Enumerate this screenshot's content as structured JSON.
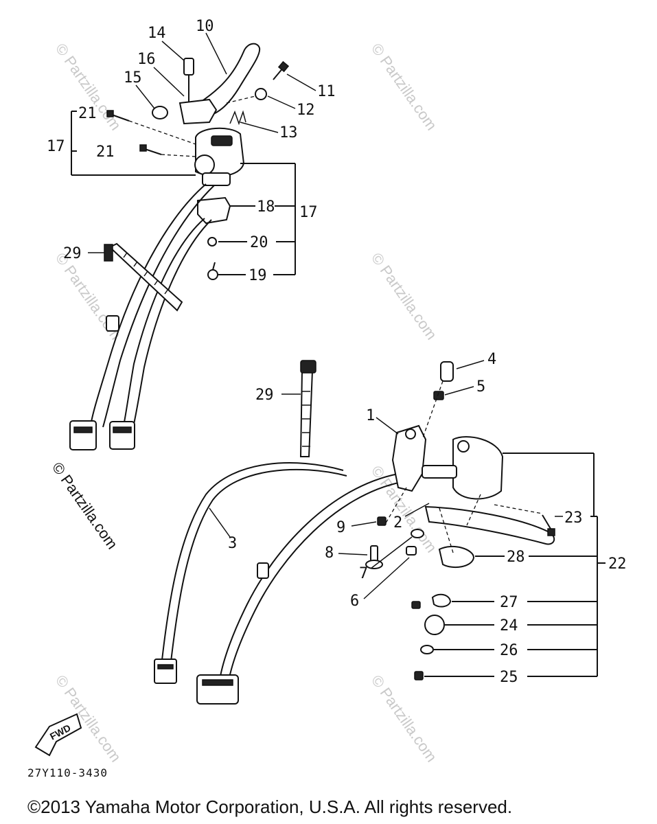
{
  "callouts": {
    "n1": "1",
    "n2": "2",
    "n3": "3",
    "n4": "4",
    "n5": "5",
    "n6": "6",
    "n7": "7",
    "n8": "8",
    "n9": "9",
    "n10": "10",
    "n11": "11",
    "n12": "12",
    "n13": "13",
    "n14": "14",
    "n15": "15",
    "n16": "16",
    "n17a": "17",
    "n17b": "17",
    "n18": "18",
    "n19": "19",
    "n20": "20",
    "n21a": "21",
    "n21b": "21",
    "n22": "22",
    "n23": "23",
    "n24": "24",
    "n25": "25",
    "n26": "26",
    "n27": "27",
    "n28": "28",
    "n29a": "29",
    "n29b": "29"
  },
  "watermark": {
    "text": "© Partzilla.com"
  },
  "fwd_label": "FWD",
  "diagram_code": "27Y110-3430",
  "copyright": "©2013 Yamaha Motor Corporation, U.S.A. All rights reserved."
}
